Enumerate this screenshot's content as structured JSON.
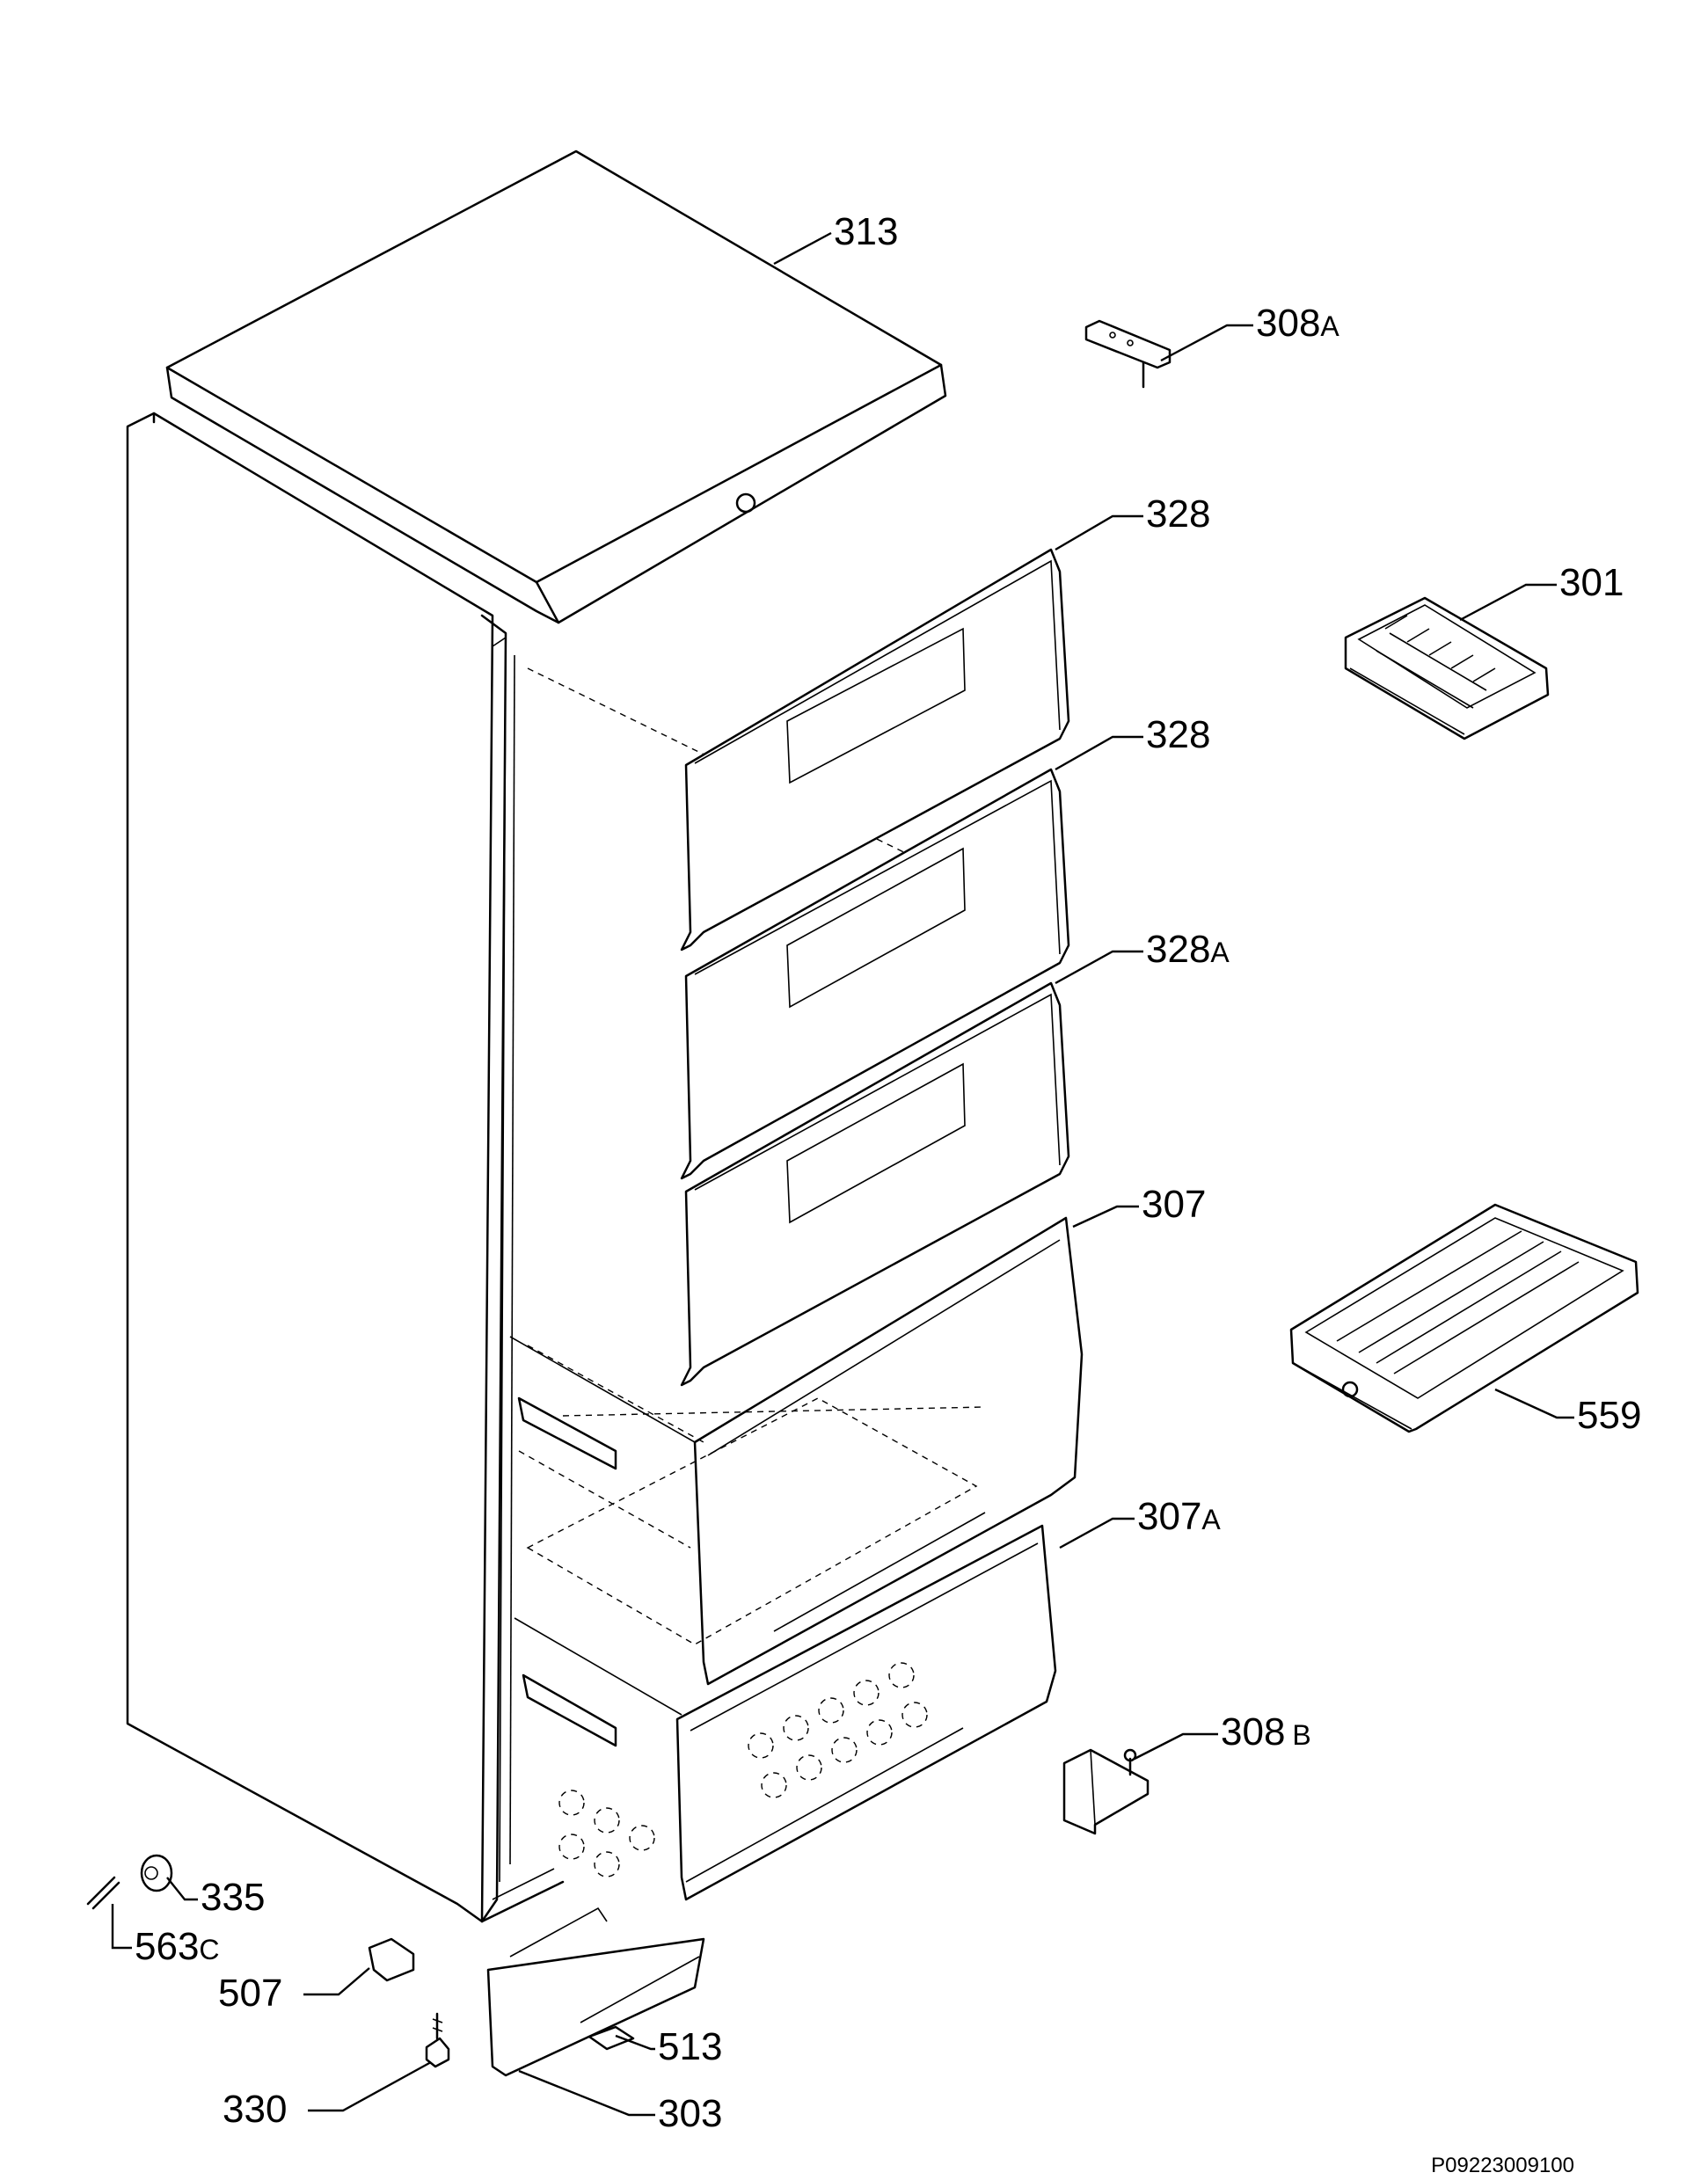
{
  "diagram": {
    "reference_code": "P09223009100",
    "parts": [
      {
        "id": "313",
        "number": "313",
        "suffix": ""
      },
      {
        "id": "308A",
        "number": "308",
        "suffix": "A"
      },
      {
        "id": "328-top",
        "number": "328",
        "suffix": ""
      },
      {
        "id": "301",
        "number": "301",
        "suffix": ""
      },
      {
        "id": "328-mid",
        "number": "328",
        "suffix": ""
      },
      {
        "id": "328A",
        "number": "328",
        "suffix": "A"
      },
      {
        "id": "307",
        "number": "307",
        "suffix": ""
      },
      {
        "id": "559",
        "number": "559",
        "suffix": ""
      },
      {
        "id": "307A",
        "number": "307",
        "suffix": "A"
      },
      {
        "id": "308B",
        "number": "308",
        "suffix": "B"
      },
      {
        "id": "335",
        "number": "335",
        "suffix": ""
      },
      {
        "id": "563C",
        "number": "563",
        "suffix": "C"
      },
      {
        "id": "507",
        "number": "507",
        "suffix": ""
      },
      {
        "id": "513",
        "number": "513",
        "suffix": ""
      },
      {
        "id": "330",
        "number": "330",
        "suffix": ""
      },
      {
        "id": "303",
        "number": "303",
        "suffix": ""
      }
    ]
  }
}
